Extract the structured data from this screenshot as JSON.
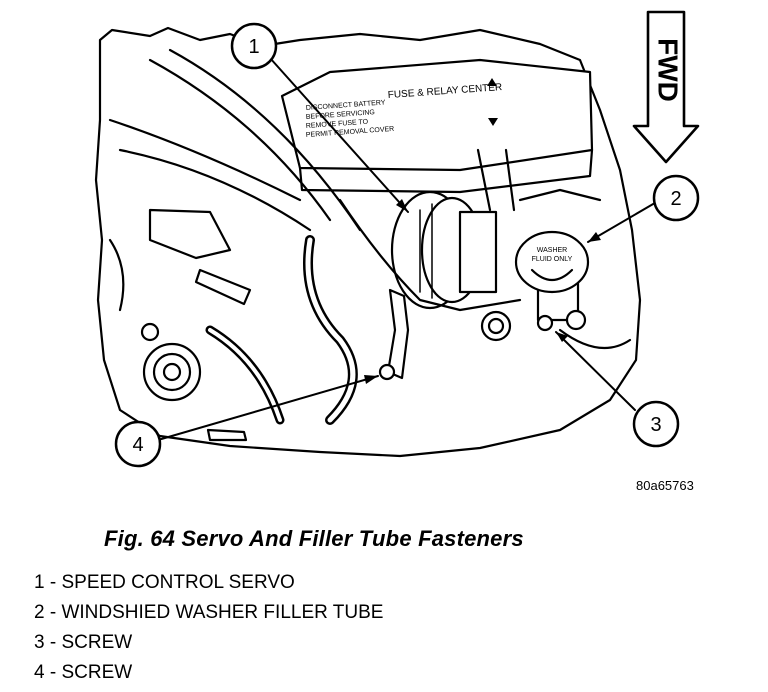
{
  "figure": {
    "caption": "Fig. 64 Servo And Filler Tube Fasteners",
    "image_code": "80a65763",
    "fwd_label": "FWD",
    "callouts": [
      "1",
      "2",
      "3",
      "4"
    ],
    "fuse_box": {
      "title": "FUSE & RELAY CENTER",
      "line1": "DISCONNECT BATTERY",
      "line2": "BEFORE SERVICING",
      "line3": "REMOVE FUSE TO",
      "line4": "PERMIT REMOVAL COVER"
    },
    "washer_cap": {
      "line1": "WASHER",
      "line2": "FLUID ONLY"
    }
  },
  "legend": [
    {
      "number": "1",
      "text": "SPEED CONTROL SERVO"
    },
    {
      "number": "2",
      "text": "WINDSHIED WASHER FILLER TUBE"
    },
    {
      "number": "3",
      "text": "SCREW"
    },
    {
      "number": "4",
      "text": "SCREW"
    }
  ]
}
